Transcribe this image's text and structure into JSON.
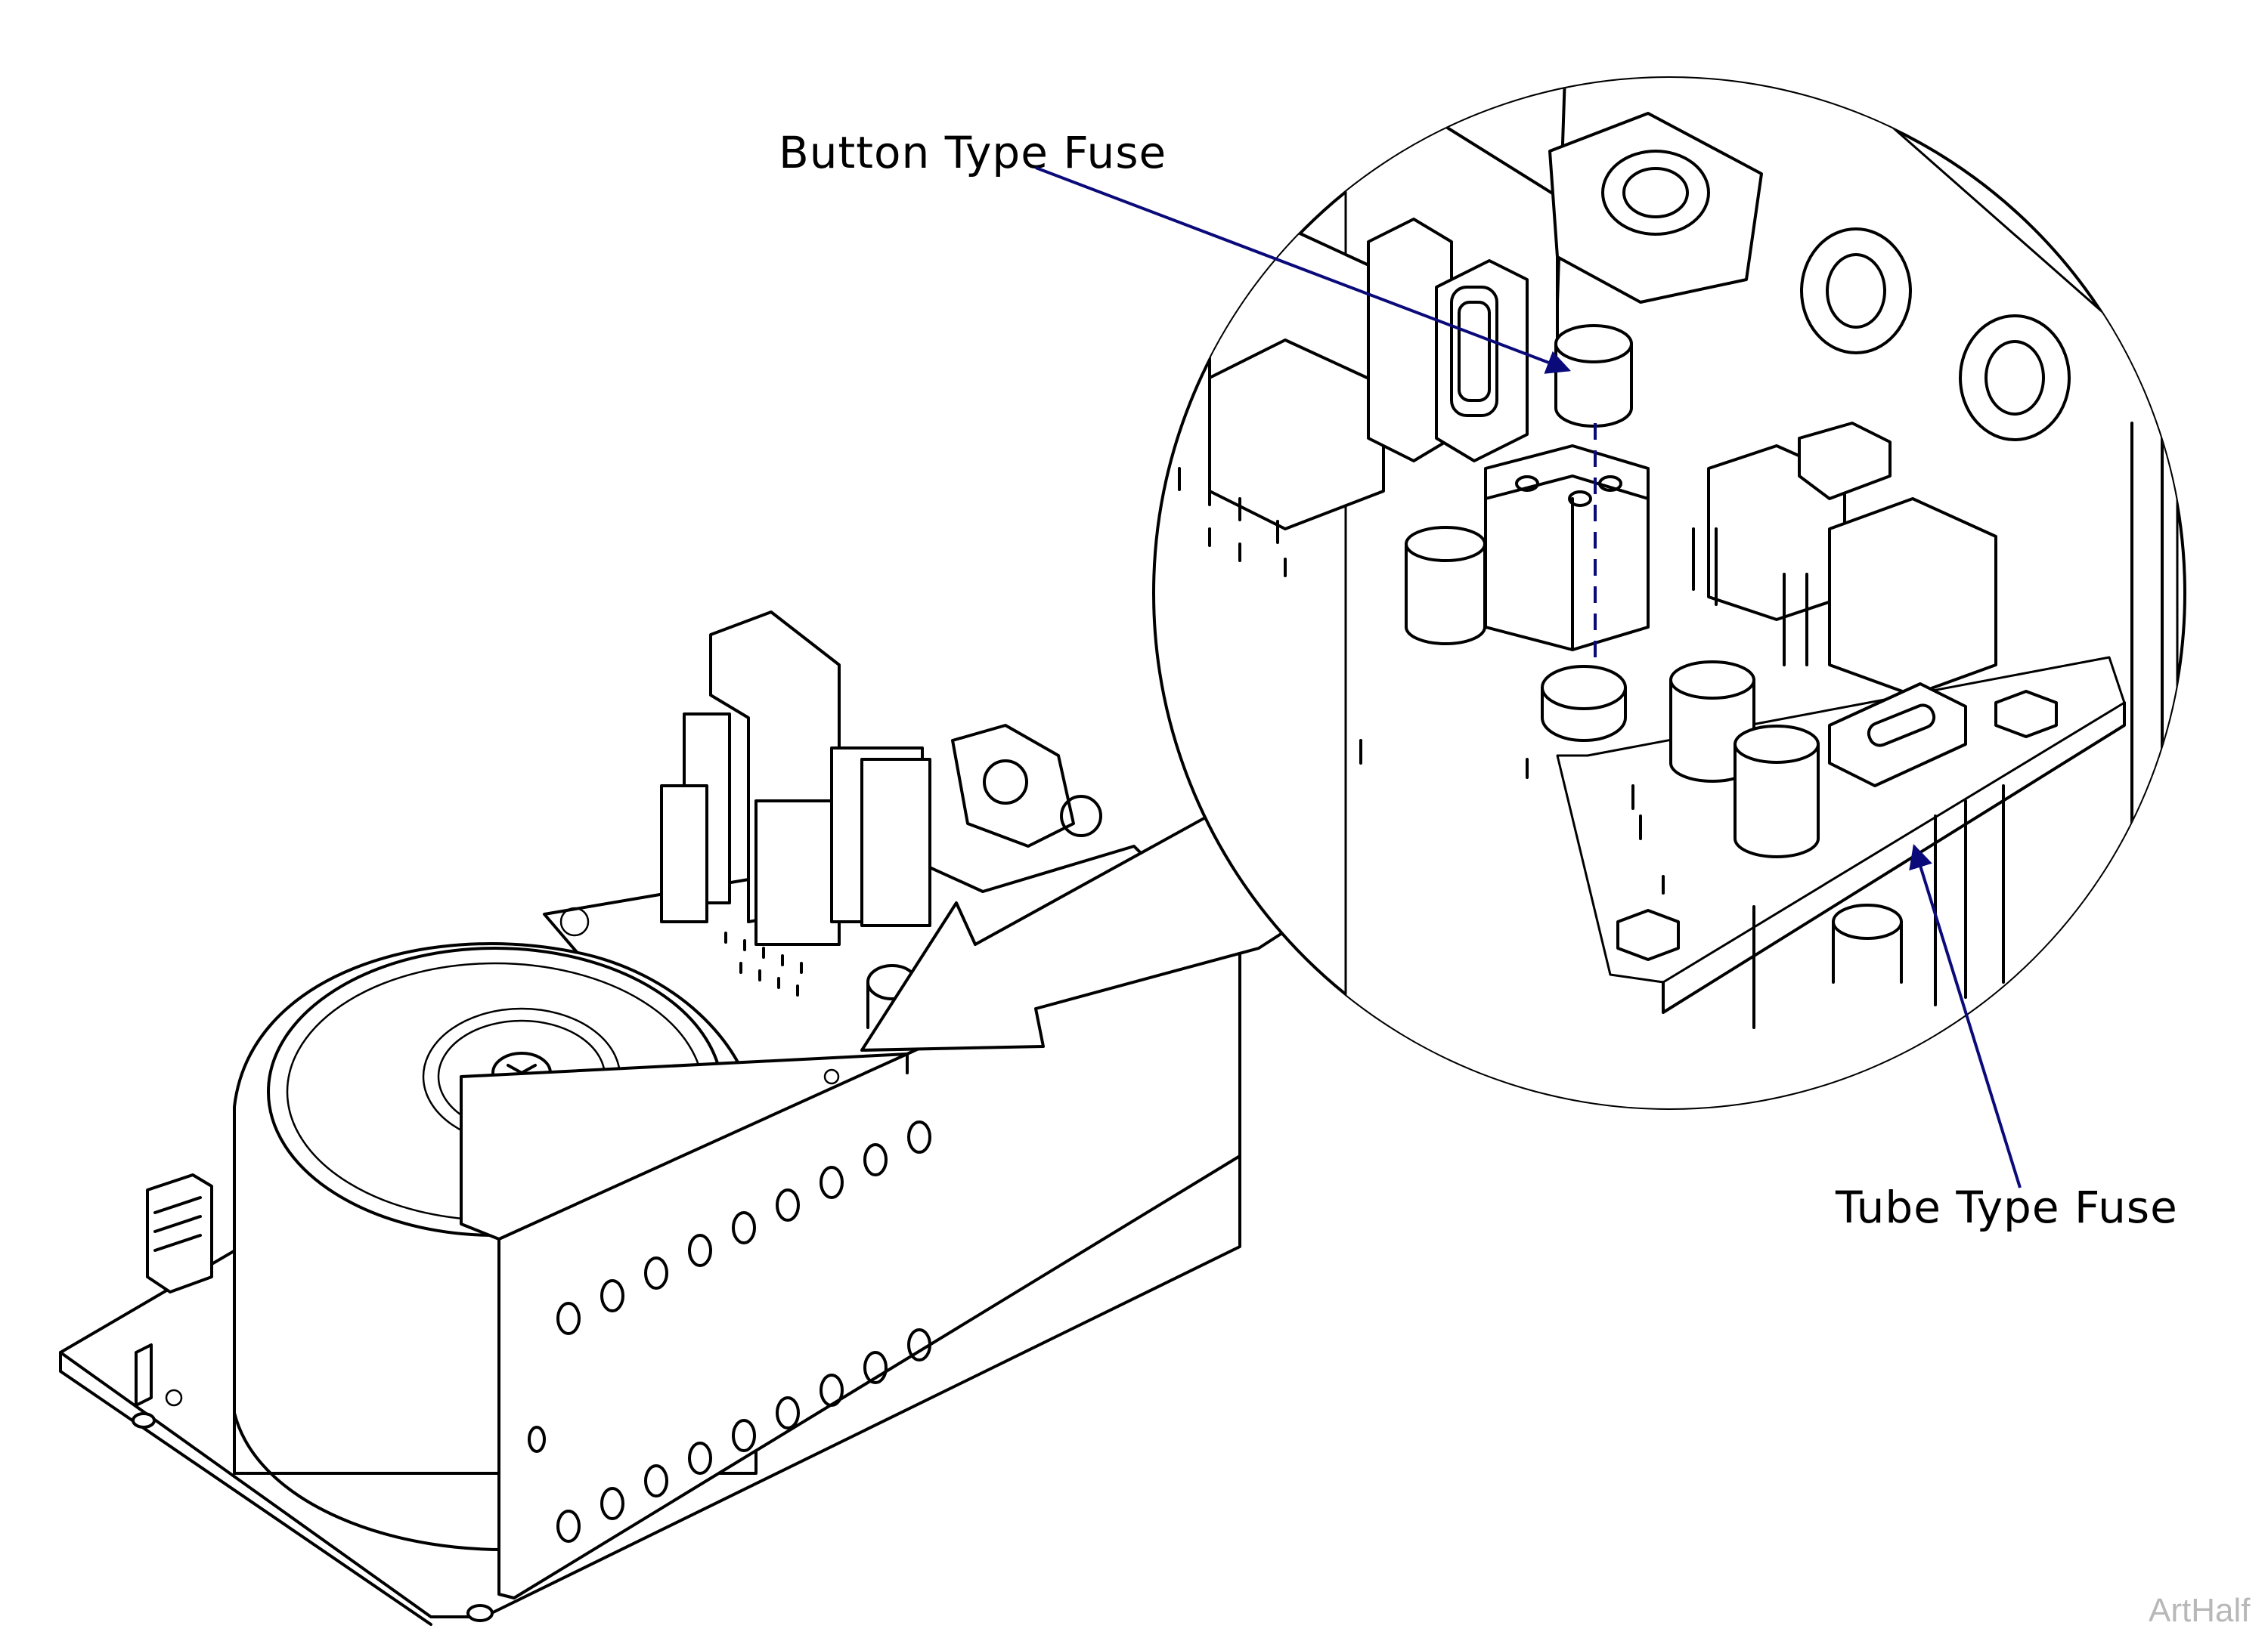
{
  "figure": {
    "callouts": [
      {
        "id": "button-fuse",
        "text": "Button Type Fuse"
      },
      {
        "id": "tube-fuse",
        "text": "Tube Type Fuse"
      }
    ],
    "watermark": "ArtHalf",
    "colors": {
      "leader": "#0a0a7a",
      "line": "#000000",
      "fill": "#ffffff",
      "watermark": "#b8b8b8"
    }
  }
}
